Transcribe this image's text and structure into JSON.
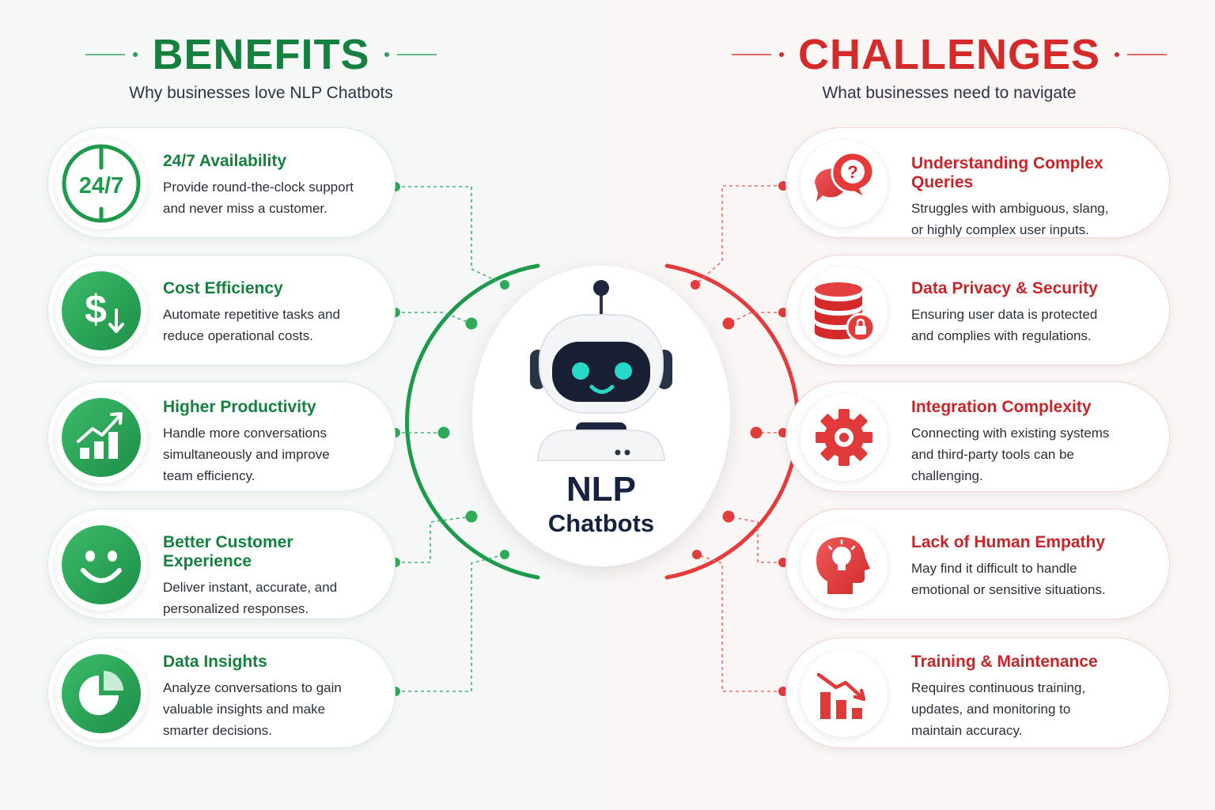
{
  "benefits": {
    "title": "BENEFITS",
    "subtitle": "Why businesses love NLP Chatbots",
    "items": [
      {
        "title": "24/7 Availability",
        "desc_lines": [
          "Provide round-the-clock support",
          "and never miss a customer."
        ],
        "icon": "clock-24-7-icon",
        "icon_text": "24/7"
      },
      {
        "title": "Cost Efficiency",
        "desc_lines": [
          "Automate repetitive tasks and",
          "reduce operational costs."
        ],
        "icon": "dollar-down-icon"
      },
      {
        "title": "Higher Productivity",
        "desc_lines": [
          "Handle more conversations",
          "simultaneously and improve",
          "team efficiency."
        ],
        "icon": "growth-chart-icon"
      },
      {
        "title": "Better Customer Experience",
        "desc_lines": [
          "Deliver instant, accurate, and",
          "personalized responses."
        ],
        "icon": "smiley-icon"
      },
      {
        "title": "Data Insights",
        "desc_lines": [
          "Analyze conversations to gain",
          "valuable insights and make",
          "smarter decisions."
        ],
        "icon": "pie-chart-icon"
      }
    ]
  },
  "challenges": {
    "title": "CHALLENGES",
    "subtitle": "What businesses need to navigate",
    "items": [
      {
        "title": "Understanding Complex Queries",
        "desc_lines": [
          "Struggles with ambiguous, slang,",
          "or highly complex user inputs."
        ],
        "icon": "question-bubble-icon"
      },
      {
        "title": "Data Privacy & Security",
        "desc_lines": [
          "Ensuring user data is protected",
          "and complies with regulations."
        ],
        "icon": "database-lock-icon"
      },
      {
        "title": "Integration Complexity",
        "desc_lines": [
          "Connecting with existing systems",
          "and third-party tools can be",
          "challenging."
        ],
        "icon": "gear-icon"
      },
      {
        "title": "Lack of Human Empathy",
        "desc_lines": [
          "May find it difficult to handle",
          "emotional or sensitive situations."
        ],
        "icon": "head-lightbulb-icon"
      },
      {
        "title": "Training & Maintenance",
        "desc_lines": [
          "Requires continuous training,",
          "updates, and monitoring to",
          "maintain accuracy."
        ],
        "icon": "declining-chart-icon"
      }
    ]
  },
  "center": {
    "line1": "NLP",
    "line2": "Chatbots",
    "icon": "robot-icon"
  },
  "colors": {
    "benefit": "#16813f",
    "benefit_accent": "#2fae5a",
    "challenge": "#d42a2a",
    "challenge_accent": "#e54848",
    "navy": "#16223f"
  }
}
